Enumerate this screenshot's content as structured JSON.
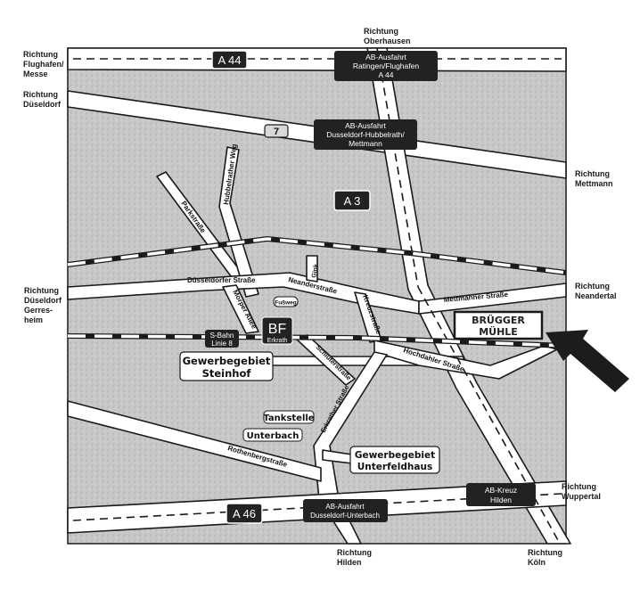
{
  "map": {
    "title": "Anfahrt Brügger Mühle",
    "destination": "BRÜGGER\nMÜHLE",
    "colors": {
      "terrain": "#c9c9c9",
      "road": "#ffffff",
      "outline": "#1a1a1a",
      "sign_dark": "#222222",
      "sign_text": "#ffffff",
      "arrow": "#1c1c1c"
    },
    "directions": [
      {
        "id": "flughafen",
        "text": "Richtung\nFlughafen/\nMesse"
      },
      {
        "id": "duesseldorf",
        "text": "Richtung\nDüseldorf"
      },
      {
        "id": "oberhausen",
        "text": "Richtung\nOberhausen"
      },
      {
        "id": "mettmann",
        "text": "Richtung\nMettmann"
      },
      {
        "id": "gerresheim",
        "text": "Richtung\nDüseldorf\nGerres-\nheim"
      },
      {
        "id": "neandertal",
        "text": "Richtung\nNeandertal"
      },
      {
        "id": "wuppertal",
        "text": "Richtung\nWuppertal"
      },
      {
        "id": "hilden",
        "text": "Richtung\nHilden"
      },
      {
        "id": "koeln",
        "text": "Richtung\nKöln"
      }
    ],
    "highway_shields": {
      "a44": "A 44",
      "a3": "A 3",
      "a46": "A 46",
      "b7": "7"
    },
    "exits": {
      "ratingen": [
        "AB-Ausfahrt",
        "Ratingen/Flughafen",
        "A 44"
      ],
      "hubbelrath": [
        "AB-Ausfahrt",
        "Dusseldorf-Hubbelrath/",
        "Mettmann"
      ],
      "unterbach": [
        "AB-Ausfahrt",
        "Dusseldorf-Unterbach"
      ],
      "kreuz_hilden": [
        "AB-Kreuz",
        "Hilden"
      ]
    },
    "streets": {
      "parkstrasse": "Parkstraße",
      "hubbelrather_weg": "Hubbelrather Weg",
      "duesseldorfer_strasse": "Düsseldorfer Straße",
      "neanderstrasse": "Neanderstraße",
      "gink": "Gink",
      "mettmanner_strasse": "Mettmanner Straße",
      "kreuzstrasse": "Kreuzstraße",
      "morper_allee": "Morper Allee",
      "fussweg": "Fußweg",
      "schlueterstrasse": "Schlüterstraße",
      "erkrather_strasse": "Erkrather Straße",
      "hochdahler_strasse": "Hochdahler Straße",
      "rothenbergstrasse": "Rothenbergstraße"
    },
    "station": {
      "code": "BF",
      "name": "Erkrath",
      "sbahn": [
        "S-Bahn",
        "Linie 8"
      ]
    },
    "areas": {
      "steinhof": [
        "Gewerbegebiet",
        "Steinhof"
      ],
      "tankstelle": "Tankstelle",
      "unterbach": "Unterbach",
      "unterfeldhaus": [
        "Gewerbegebiet",
        "Unterfeldhaus"
      ]
    }
  }
}
